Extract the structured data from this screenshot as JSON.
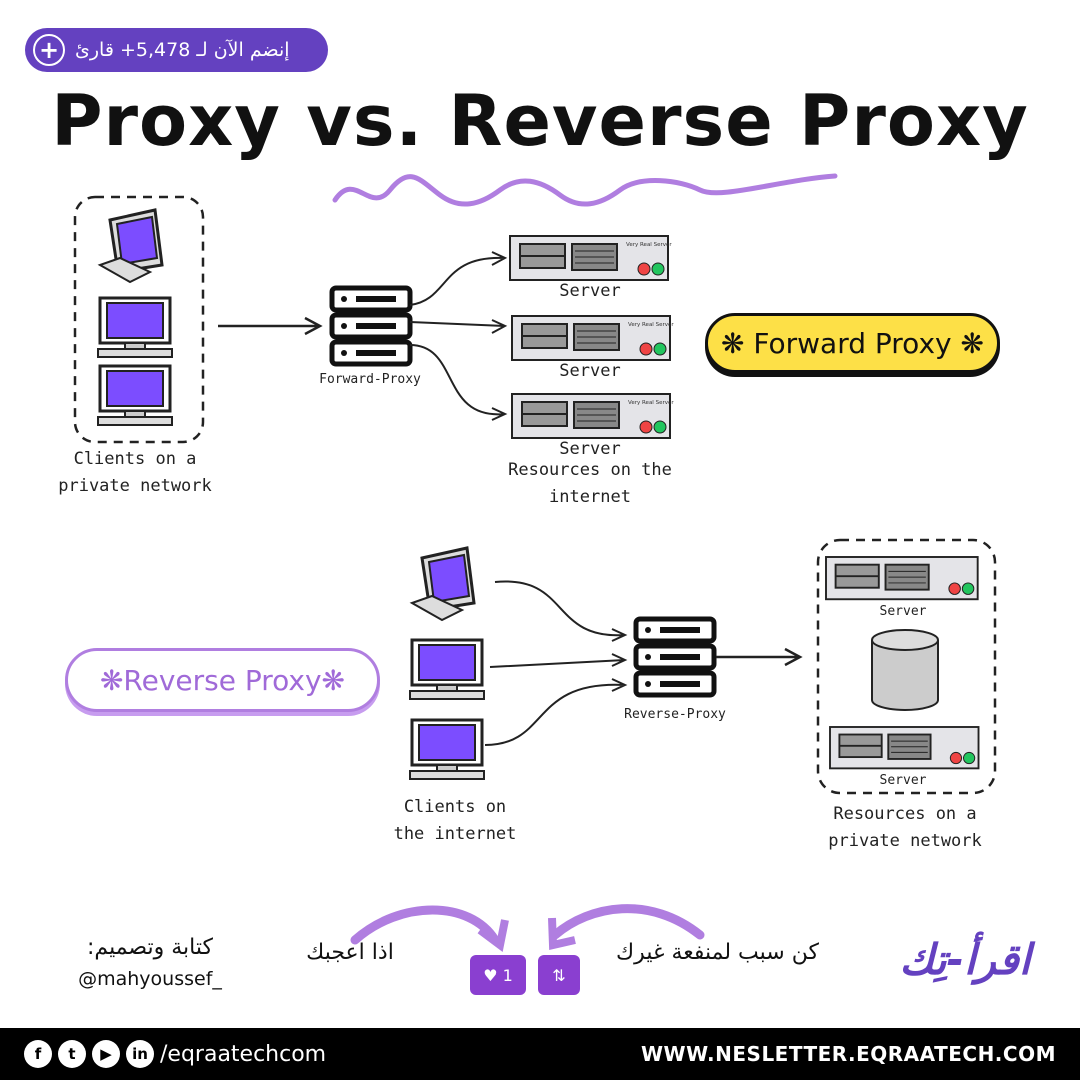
{
  "badge": {
    "text": "إنضم الآن لـ 5,478+ قارئ",
    "icon": "plus-icon"
  },
  "title": "Proxy vs. Reverse Proxy",
  "forward": {
    "clients_label_1": "Clients on a",
    "clients_label_2": "private network",
    "proxy_label": "Forward-Proxy",
    "servers": [
      "Server",
      "Server",
      "Server"
    ],
    "server_plate": "Very Real Server",
    "resources_label_1": "Resources on the",
    "resources_label_2": "internet",
    "pill": "❋ Forward Proxy ❋"
  },
  "reverse": {
    "clients_label_1": "Clients on",
    "clients_label_2": "the internet",
    "proxy_label": "Reverse-Proxy",
    "servers": [
      "Server",
      "Server"
    ],
    "resources_label_1": "Resources on a",
    "resources_label_2": "private network",
    "pill": "❋Reverse Proxy❋"
  },
  "bottom": {
    "credit_label": "كتابة وتصميم:",
    "credit_handle": "@mahyoussef_",
    "like_text": "اذا اعجبك",
    "like_count": "1",
    "share_text": "كن سبب لمنفعة غيرك",
    "logo_text": "اقرأ-تِك"
  },
  "footer": {
    "handle": "/eqraatechcom",
    "url": "WWW.NESLETTER.EQRAATECH.COM",
    "icons": [
      "facebook-icon",
      "twitter-icon",
      "youtube-icon",
      "linkedin-icon"
    ]
  },
  "colors": {
    "purple": "#6441c0",
    "yellow": "#fde047",
    "screen": "#7c4dff",
    "lilac": "#b07ee0"
  }
}
